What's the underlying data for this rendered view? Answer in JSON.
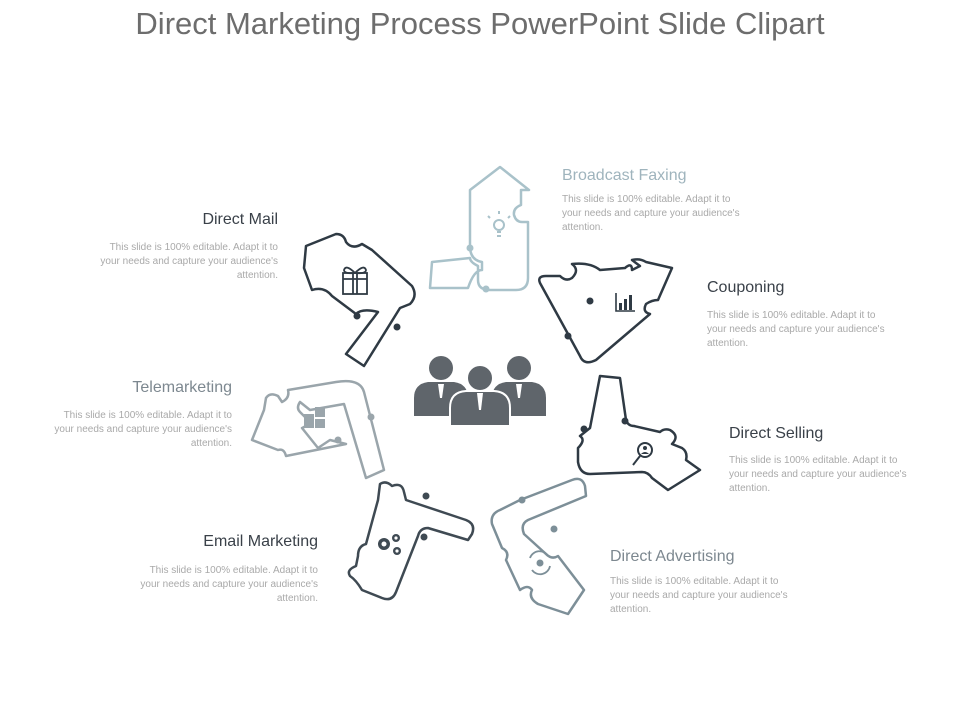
{
  "title": "Direct Marketing Process PowerPoint Slide Clipart",
  "steps": [
    {
      "label": "Broadcast Faxing",
      "description": "This slide is 100% editable. Adapt it to your needs and capture your audience's attention.",
      "icon": "lightbulb-icon",
      "color": "#a9c2ca"
    },
    {
      "label": "Couponing",
      "description": "This slide is 100% editable. Adapt it to your needs and capture your audience's attention.",
      "icon": "bar-chart-icon",
      "color": "#2f3a44"
    },
    {
      "label": "Direct Selling",
      "description": "This slide is 100% editable. Adapt it to your needs and capture your audience's attention.",
      "icon": "magnifier-user-icon",
      "color": "#2f3a44"
    },
    {
      "label": "Direct Advertising",
      "description": "This slide is 100% editable. Adapt it to your needs and capture your audience's attention.",
      "icon": "refresh-gear-icon",
      "color": "#7d8f98"
    },
    {
      "label": "Email Marketing",
      "description": "This slide is 100% editable. Adapt it to your needs and capture your audience's attention.",
      "icon": "gears-icon",
      "color": "#3f4a53"
    },
    {
      "label": "Telemarketing",
      "description": "This slide is 100% editable. Adapt it to your needs and capture your audience's attention.",
      "icon": "puzzle-icon",
      "color": "#9aa5ab"
    },
    {
      "label": "Direct Mail",
      "description": "This slide is 100% editable. Adapt it to your needs and capture your audience's attention.",
      "icon": "gift-icon",
      "color": "#2f3a44"
    }
  ],
  "center_icon": "people-group-icon"
}
